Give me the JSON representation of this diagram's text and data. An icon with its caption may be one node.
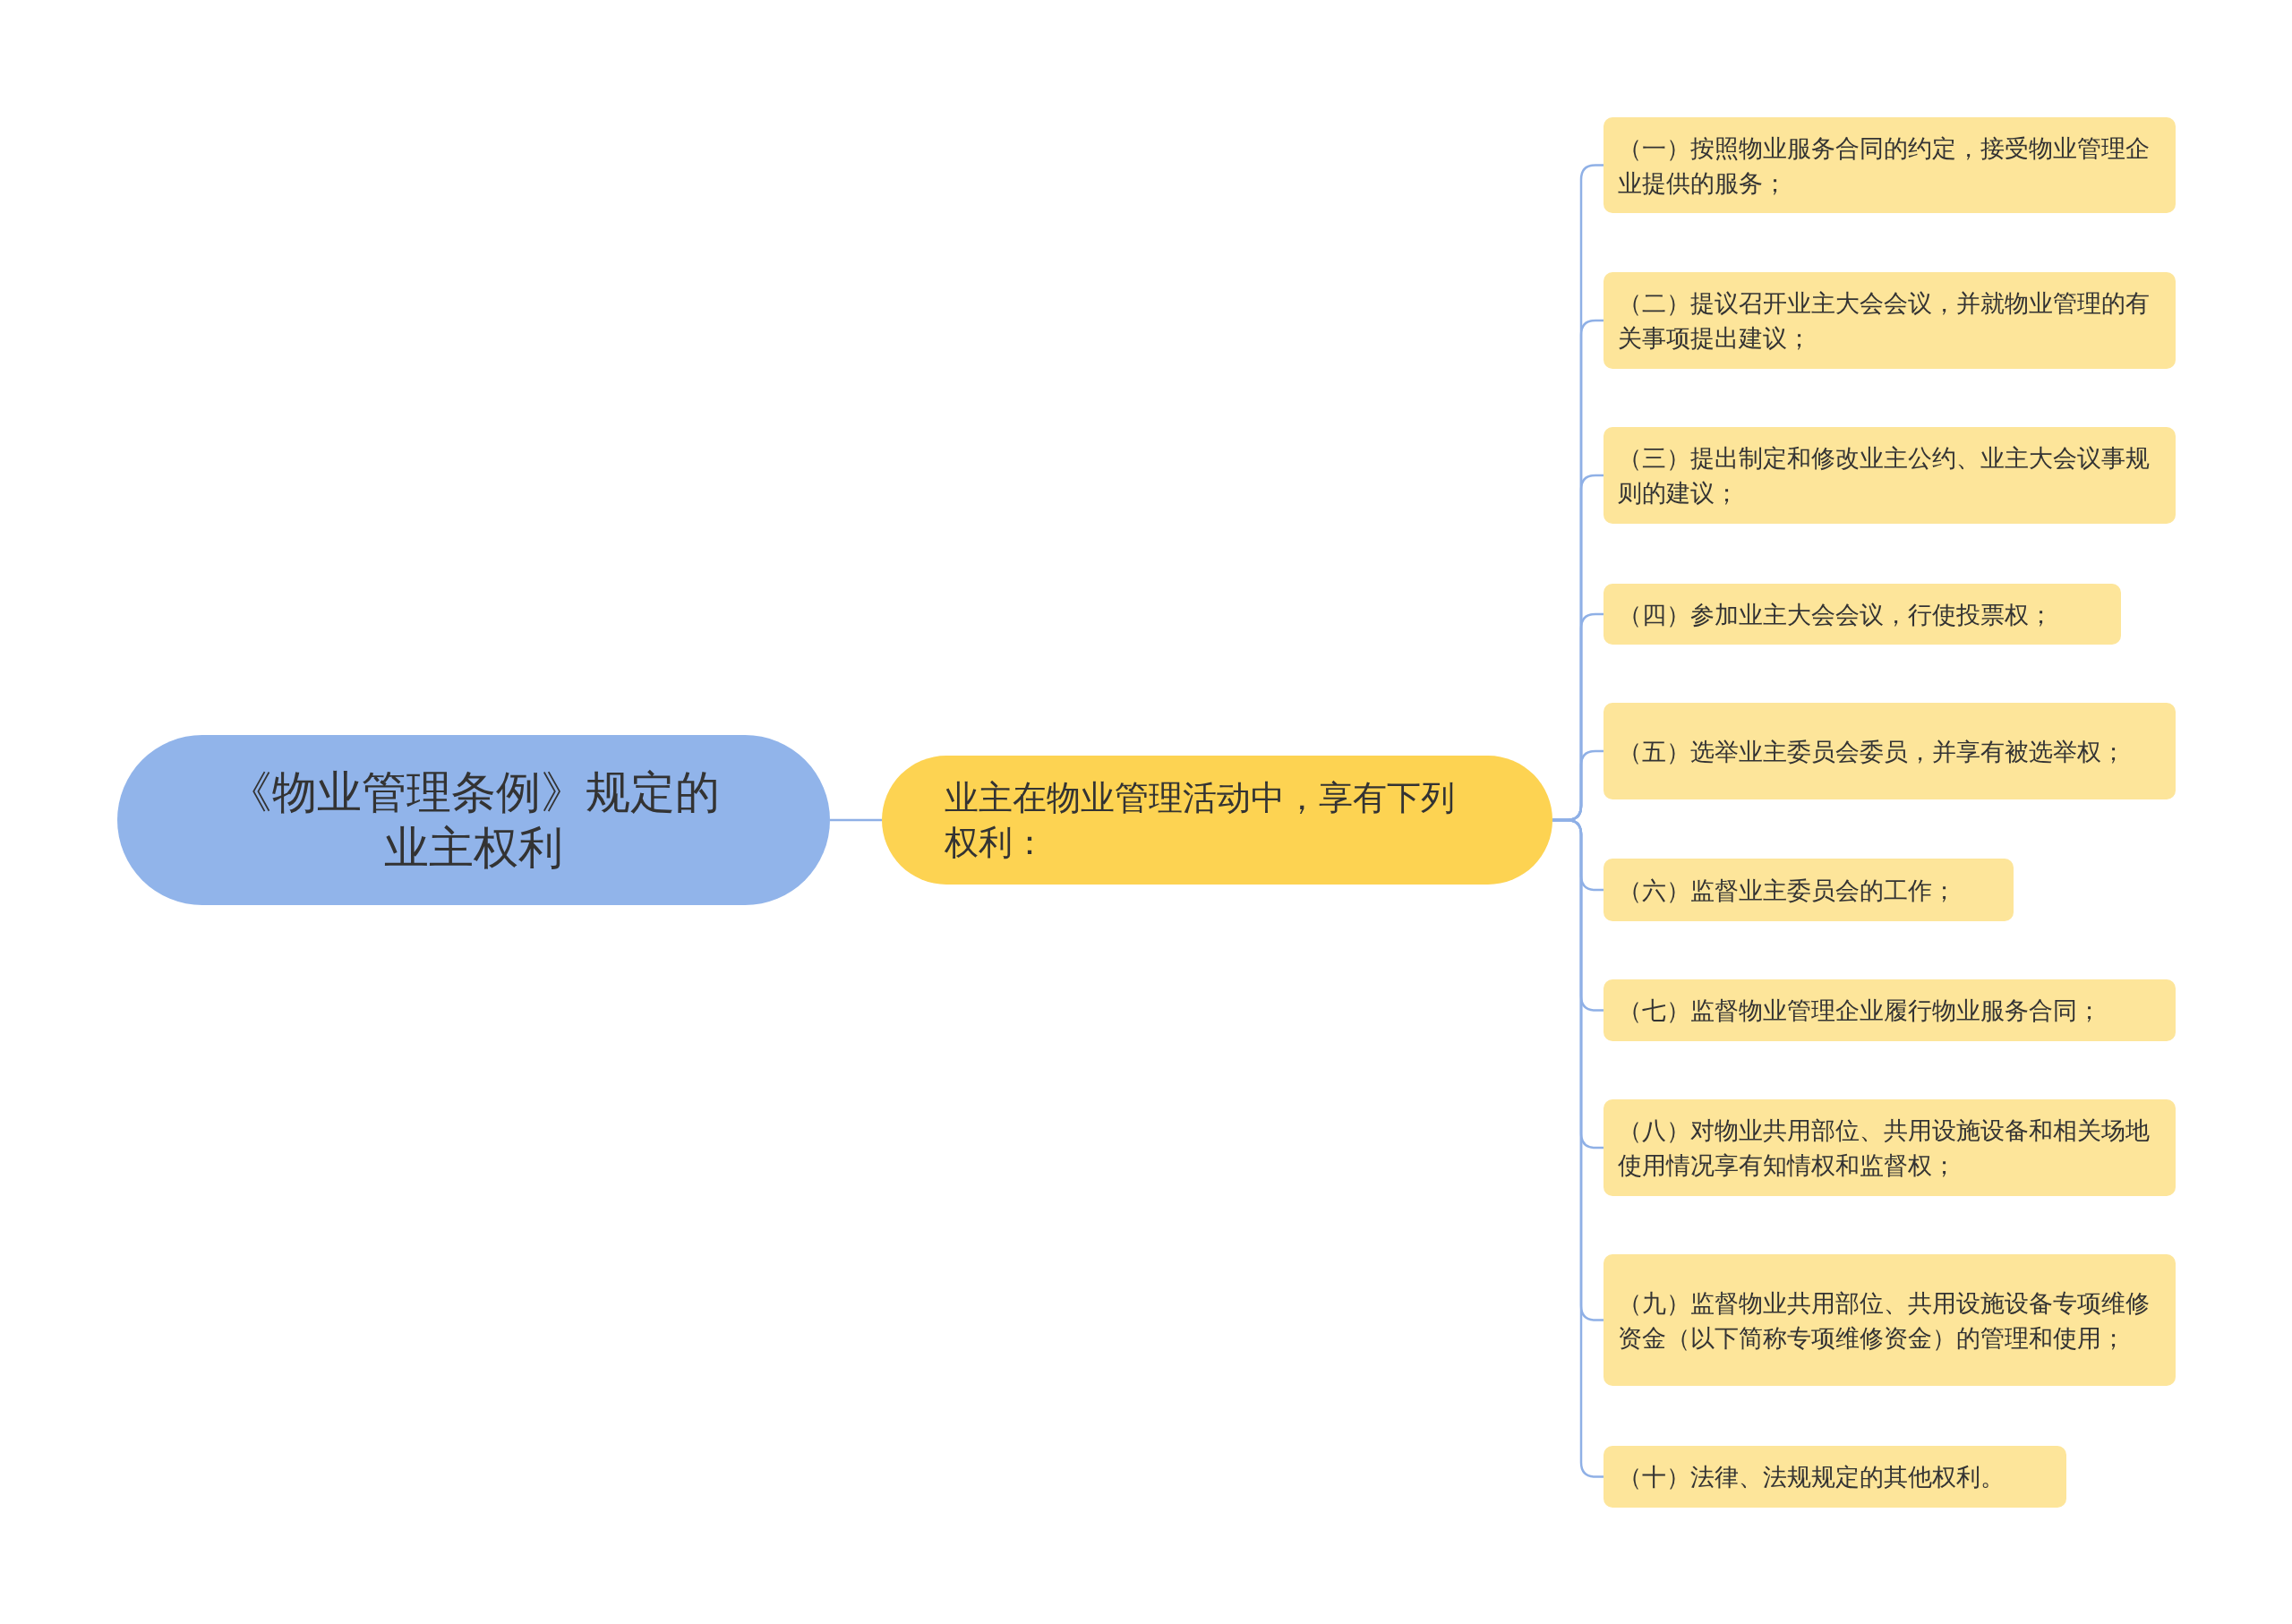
{
  "diagram": {
    "nodes": [
      {
        "text": [
          "《物业管理条例》规定的业主权利"
        ]
      },
      {
        "text": [
          "业主在物业管理活动中，享有下列权利："
        ]
      },
      {
        "text": [
          "（一）按照物业服务合同的约定，接受物业管理企业提供的服务；"
        ]
      },
      {
        "text": [
          "（二）提议召开业主大会会议，并就物业管理的有关事项提出建议；"
        ]
      },
      {
        "text": [
          "（三）提出制定和修改业主公约、业主大会议事规则的建议；"
        ]
      },
      {
        "text": [
          "（四）参加业主大会会议，行使投票权；"
        ]
      },
      {
        "text": [
          "（五）选举业主委员会委员，并享有被选举权；"
        ]
      },
      {
        "text": [
          "（六）监督业主委员会的工作；"
        ]
      },
      {
        "text": [
          "（七）监督物业管理企业履行物业服务合同；"
        ]
      },
      {
        "text": [
          "（八）对物业共用部位、共用设施设备和相关场地使用情况享有知情权和监督权；"
        ]
      },
      {
        "text": [
          "（九）监督物业共用部位、共用设施设备专项维修资金（以下简称专项维修资金）的管理和使用；"
        ]
      },
      {
        "text": [
          "（十）法律、法规规定的其他权利。"
        ]
      }
    ],
    "edges": [
      {
        "from": 0,
        "to": 1,
        "arrow": "none"
      },
      {
        "from": 1,
        "to": 2,
        "arrow": "none"
      },
      {
        "from": 1,
        "to": 3,
        "arrow": "none"
      },
      {
        "from": 1,
        "to": 4,
        "arrow": "none"
      },
      {
        "from": 1,
        "to": 5,
        "arrow": "none"
      },
      {
        "from": 1,
        "to": 6,
        "arrow": "none"
      },
      {
        "from": 1,
        "to": 7,
        "arrow": "none"
      },
      {
        "from": 1,
        "to": 8,
        "arrow": "none"
      },
      {
        "from": 1,
        "to": 9,
        "arrow": "none"
      },
      {
        "from": 1,
        "to": 10,
        "arrow": "none"
      },
      {
        "from": 1,
        "to": 11,
        "arrow": "none"
      }
    ]
  }
}
